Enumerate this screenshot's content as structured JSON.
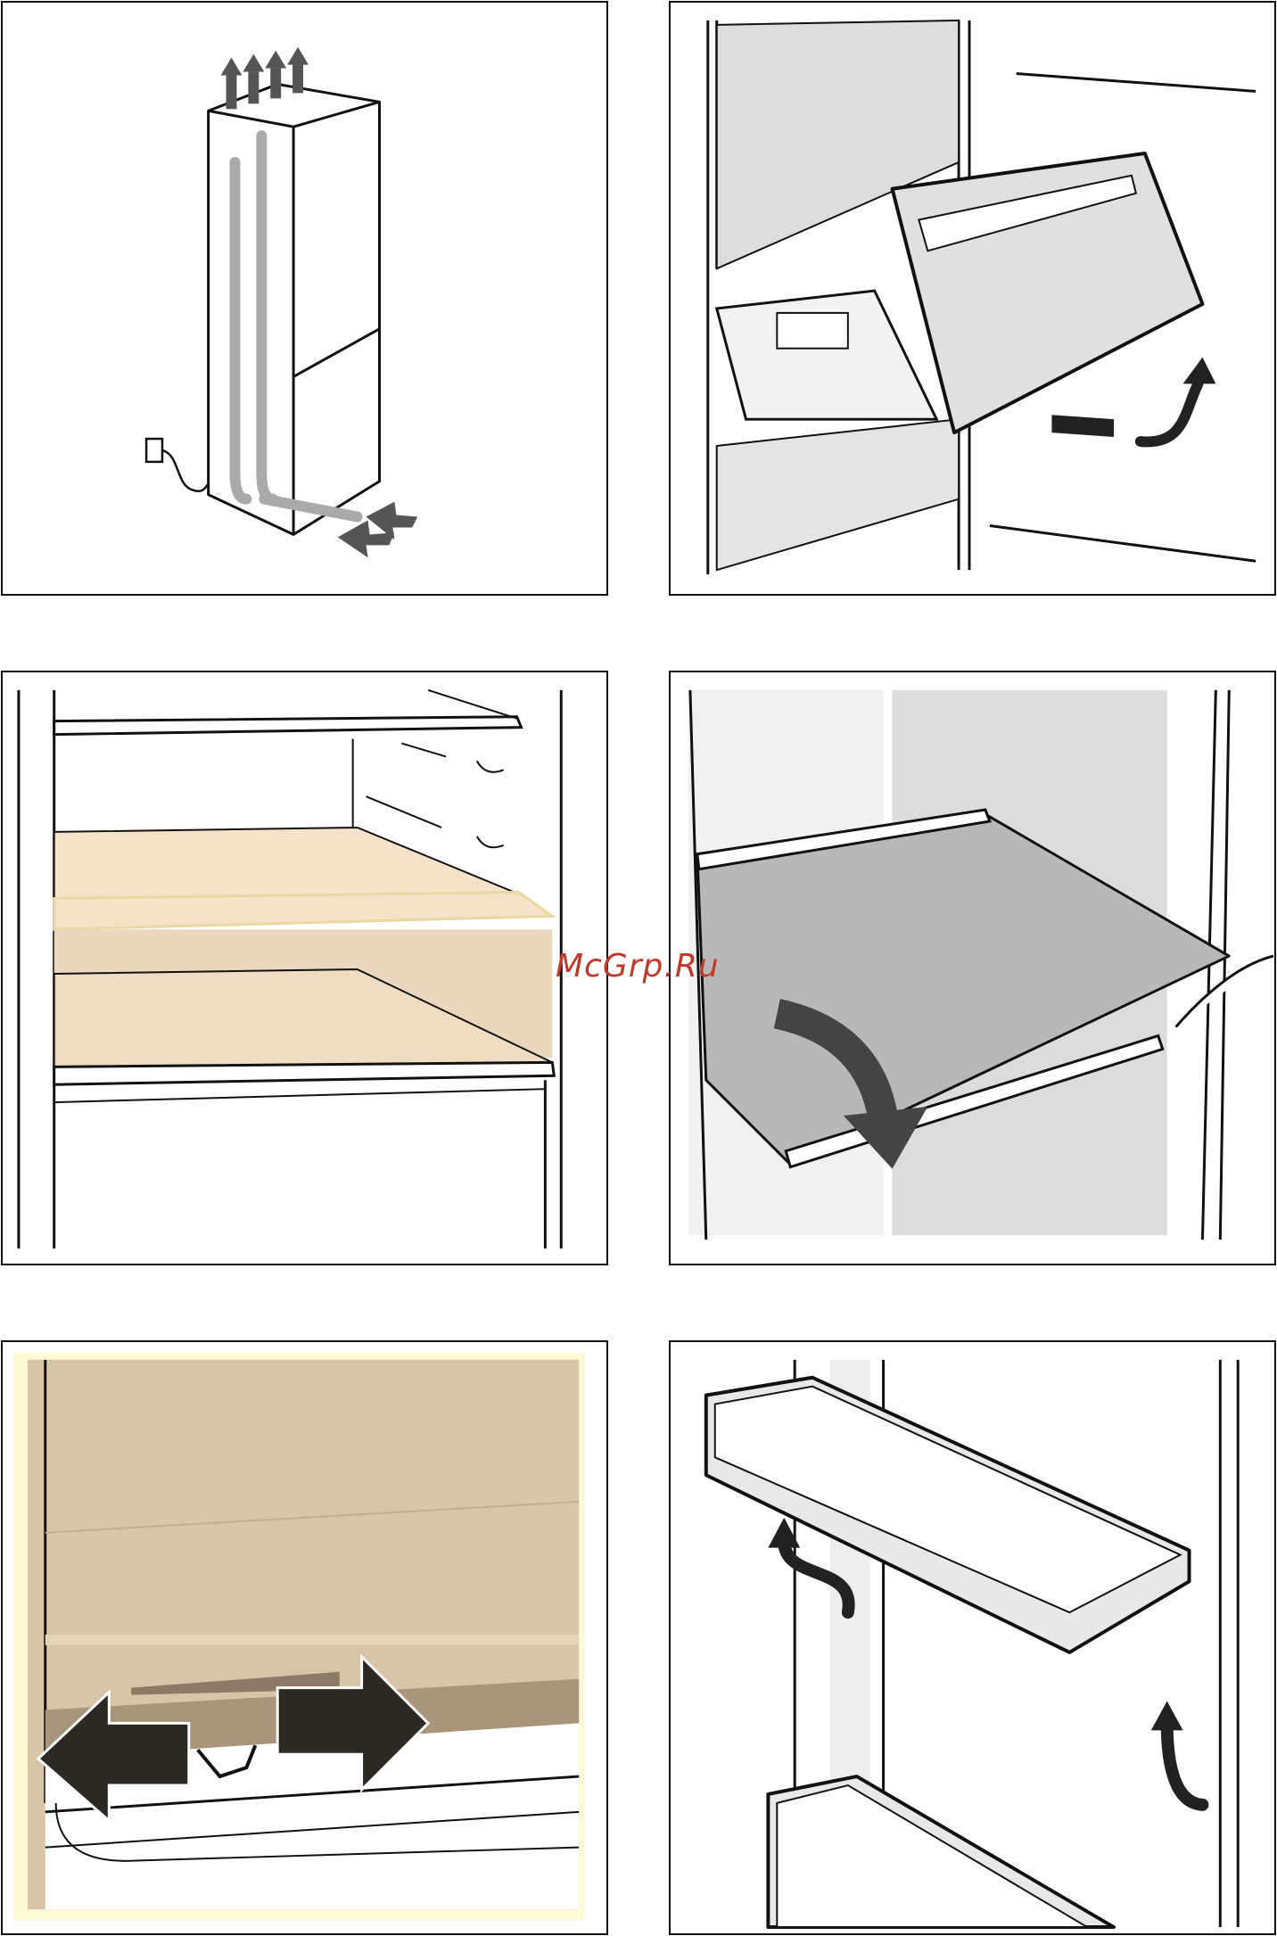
{
  "watermark": {
    "text": "McGrp.Ru",
    "color": "#c0392b"
  },
  "panels": [
    {
      "id": "fridge-ventilation",
      "icon": "fridge-airflow-icon"
    },
    {
      "id": "freezer-drawer-removal",
      "icon": "drawer-pull-icon"
    },
    {
      "id": "shelf-compartment-highlight",
      "icon": "shelf-icon",
      "highlight_color": "#f6e2c8"
    },
    {
      "id": "glass-shelf-removal",
      "icon": "tilt-shelf-icon"
    },
    {
      "id": "shelf-slide-adjust",
      "icon": "slide-arrows-icon",
      "highlight_color": "#d8c4a6"
    },
    {
      "id": "door-rack-removal",
      "icon": "door-rack-icon"
    }
  ]
}
